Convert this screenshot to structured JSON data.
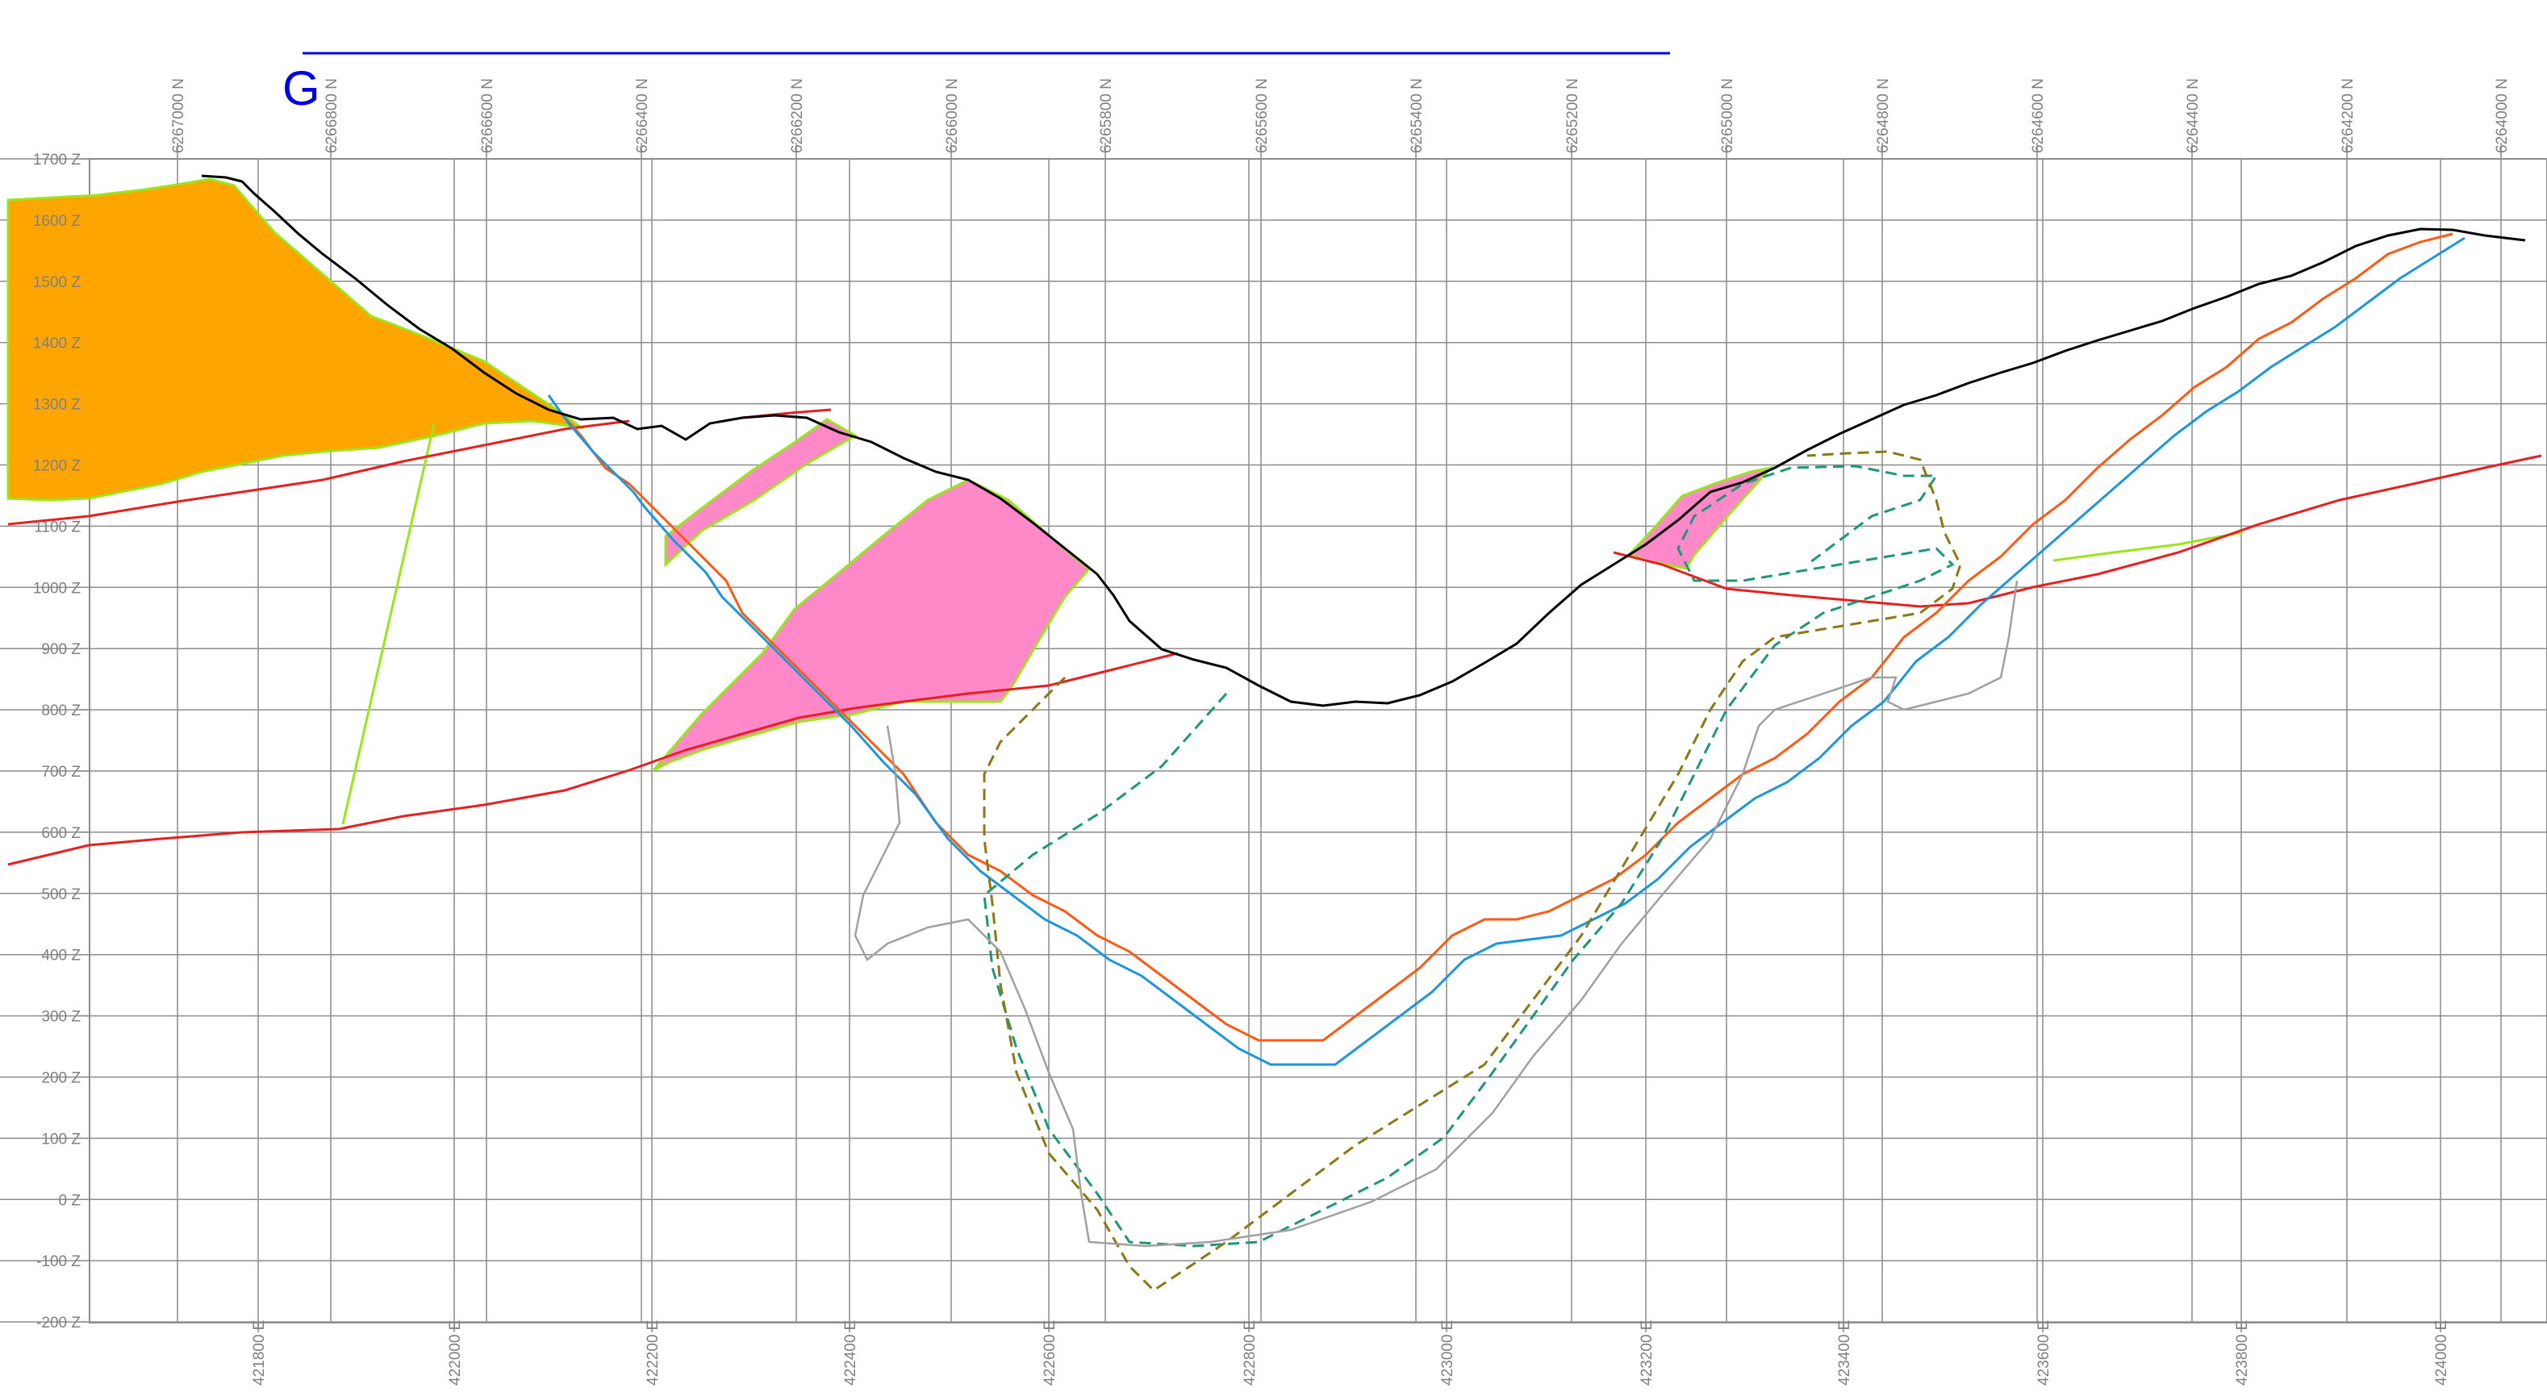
{
  "section": {
    "letter": "G",
    "colors": {
      "grid": "#8c8c8c",
      "label": "#808080",
      "title": "#0000e6",
      "orange_unit": "#ffa500",
      "pink_unit": "#ff88c8",
      "unit_outline": "#99e61a",
      "topography": "#000000",
      "red_contact": "#e62020",
      "orange_stepped": "#ff5a14",
      "blue_stepped": "#1e96dc",
      "teal_dashed": "#1e9678",
      "olive_dashed": "#8c7814",
      "grey_outline": "#a0a0a0"
    },
    "northings": [
      "6267000 N",
      "6266800 N",
      "6266600 N",
      "6266400 N",
      "6266200 N",
      "6266000 N",
      "6265800 N",
      "6265600 N",
      "6265400 N",
      "6265200 N",
      "6265000 N",
      "6264800 N",
      "6264600 N",
      "6264400 N",
      "6264200 N",
      "6264000 N"
    ],
    "elevations": [
      "1700 Z",
      "1600 Z",
      "1500 Z",
      "1400 Z",
      "1300 Z",
      "1200 Z",
      "1100 Z",
      "1000 Z",
      "900 Z",
      "800 Z",
      "700 Z",
      "600 Z",
      "500 Z",
      "400 Z",
      "300 Z",
      "200 Z",
      "100 Z",
      "0 Z",
      "-100 Z",
      "-200 Z"
    ],
    "eastings": [
      "421800 E",
      "422000 E",
      "422200 E",
      "422400 E",
      "422600 E",
      "422800 E",
      "423000 E",
      "423200 E",
      "423400 E",
      "423600 E",
      "423800 E",
      "424000 E"
    ]
  }
}
